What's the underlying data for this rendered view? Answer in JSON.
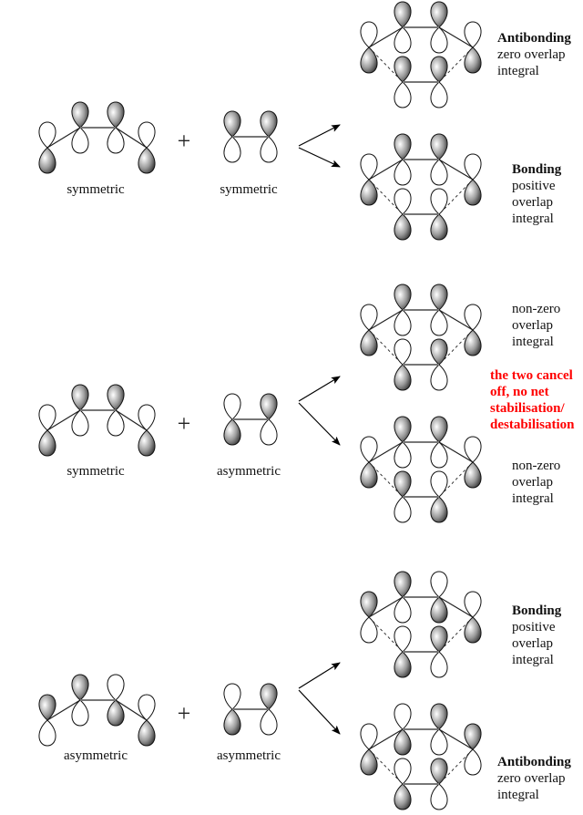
{
  "plus_sign": "+",
  "sections": [
    {
      "diene_label": "symmetric",
      "ethene_label": "symmetric",
      "diene_phases": [
        "bottom",
        "top",
        "top",
        "bottom"
      ],
      "ethene_phases": [
        "top",
        "top"
      ],
      "products": [
        {
          "diene_phases": [
            "bottom",
            "top",
            "top",
            "bottom"
          ],
          "ethene_phases": [
            "top",
            "top"
          ],
          "title": "Antibonding",
          "lines": [
            "zero overlap",
            "integral"
          ]
        },
        {
          "diene_phases": [
            "bottom",
            "top",
            "top",
            "bottom"
          ],
          "ethene_phases": [
            "bottom",
            "bottom"
          ],
          "title": "Bonding",
          "lines": [
            "positive",
            "overlap",
            "integral"
          ]
        }
      ]
    },
    {
      "diene_label": "symmetric",
      "ethene_label": "asymmetric",
      "diene_phases": [
        "bottom",
        "top",
        "top",
        "bottom"
      ],
      "ethene_phases": [
        "bottom",
        "top"
      ],
      "products": [
        {
          "diene_phases": [
            "bottom",
            "top",
            "top",
            "bottom"
          ],
          "ethene_phases": [
            "bottom",
            "top"
          ],
          "title": "",
          "lines": [
            "non-zero",
            "overlap",
            "integral"
          ]
        },
        {
          "diene_phases": [
            "bottom",
            "top",
            "top",
            "bottom"
          ],
          "ethene_phases": [
            "top",
            "bottom"
          ],
          "title": "",
          "lines": [
            "non-zero",
            "overlap",
            "integral"
          ]
        }
      ],
      "note": [
        "the two cancel",
        "off, no net",
        "stabilisation/",
        "destabilisation"
      ],
      "note_color": "#ff0000"
    },
    {
      "diene_label": "asymmetric",
      "ethene_label": "asymmetric",
      "diene_phases": [
        "top",
        "top",
        "bottom",
        "bottom"
      ],
      "ethene_phases": [
        "bottom",
        "top"
      ],
      "products": [
        {
          "diene_phases": [
            "top",
            "top",
            "bottom",
            "bottom"
          ],
          "ethene_phases": [
            "bottom",
            "top"
          ],
          "title": "Bonding",
          "lines": [
            "positive",
            "overlap",
            "integral"
          ]
        },
        {
          "diene_phases": [
            "bottom",
            "bottom",
            "top",
            "top"
          ],
          "ethene_phases": [
            "bottom",
            "top"
          ],
          "title": "Antibonding",
          "lines": [
            "zero overlap",
            "integral"
          ]
        }
      ]
    }
  ]
}
